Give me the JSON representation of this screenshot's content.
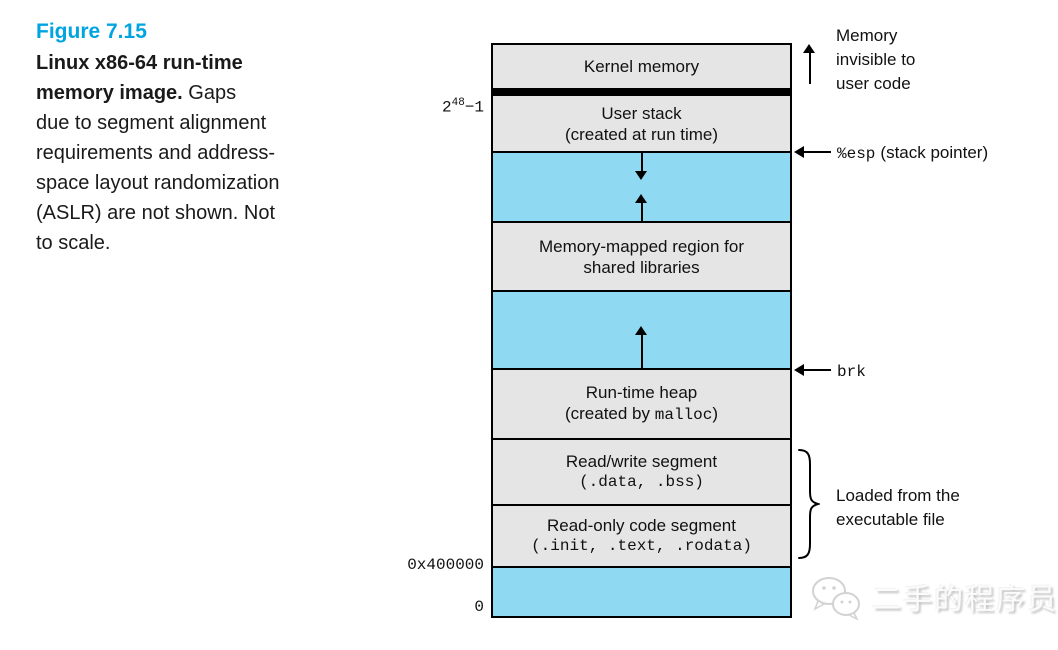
{
  "caption": {
    "figure_label": "Figure 7.15",
    "lines": [
      {
        "bold": "Linux x86-64 run-time",
        "rest": ""
      },
      {
        "bold": "memory image.",
        "rest": " Gaps"
      },
      {
        "bold": "",
        "rest": "due to segment alignment"
      },
      {
        "bold": "",
        "rest": "requirements and address-"
      },
      {
        "bold": "",
        "rest": "space layout randomization"
      },
      {
        "bold": "",
        "rest": "(ASLR) are not shown. Not"
      },
      {
        "bold": "",
        "rest": "to scale."
      }
    ]
  },
  "diagram": {
    "segments": [
      {
        "id": "kernel-memory",
        "label": "Kernel memory"
      },
      {
        "id": "user-stack",
        "line1": "User stack",
        "line2": "(created at run time)"
      },
      {
        "id": "stack-gap"
      },
      {
        "id": "memory-mapped-region",
        "line1": "Memory-mapped region for",
        "line2": "shared libraries"
      },
      {
        "id": "heap-gap"
      },
      {
        "id": "runtime-heap",
        "line1": "Run-time heap",
        "line2_prefix": "(created by ",
        "line2_mono": "malloc",
        "line2_suffix": ")"
      },
      {
        "id": "read-write-segment",
        "line1": "Read/write segment",
        "line2": "(.data, .bss)"
      },
      {
        "id": "read-only-segment",
        "line1": "Read-only code segment",
        "line2": "(.init, .text, .rodata)"
      },
      {
        "id": "bottom-unused"
      }
    ]
  },
  "addresses": {
    "max_base": "2",
    "max_sup": "48",
    "max_rest": "−1",
    "code_start": "0x400000",
    "zero": "0"
  },
  "annotations": {
    "invisible_lines": [
      "Memory",
      "invisible to",
      "user code"
    ],
    "esp_mono": "%esp",
    "esp_rest": "(stack pointer)",
    "brk": "brk",
    "loaded_lines": [
      "Loaded from the",
      "executable file"
    ]
  },
  "watermark": {
    "text": "二手的程序员"
  },
  "colors": {
    "accent_cyan": "#00a4e0",
    "region_gray": "#e5e5e5",
    "region_blue": "#8fd9f2",
    "line_black": "#000000",
    "watermark_gray": "#c0c0c0"
  }
}
